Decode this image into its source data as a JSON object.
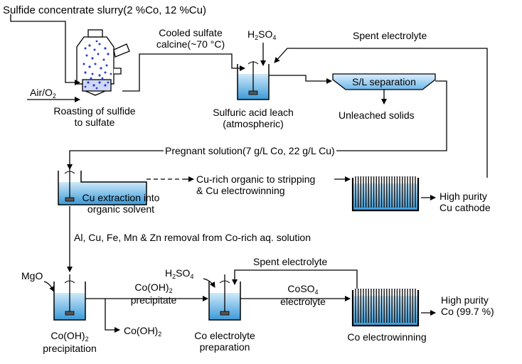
{
  "labels": {
    "feed": "Sulfide concentrate slurry(2 %Co, 12 %Cu)",
    "cooled_1": "Cooled sulfate",
    "cooled_2": "calcine(~70 °C)",
    "h2so4_leach": "H",
    "h2so4_leach_tail": "SO",
    "h2so4_sub2": "2",
    "h2so4_sub4": "4",
    "spent_top": "Spent electrolyte",
    "air": "Air/O",
    "air_sub": "2",
    "roast_1": "Roasting of sulfide",
    "roast_2": "to sulfate",
    "leach_1": "Sulfuric acid leach",
    "leach_2": "(atmospheric)",
    "sl_sep": "S/L separation",
    "unleached": "Unleached solids",
    "pregnant": "Pregnant solution(7 g/L Co, 22 g/L Cu)",
    "cu_extr_1": "Cu extraction into",
    "cu_extr_2": "organic solvent",
    "cu_rich_1": "Cu-rich organic to stripping",
    "cu_rich_2": "& Cu electrowinning",
    "cu_cath_1": "High purity",
    "cu_cath_2": "Cu cathode",
    "removal": "Al, Cu, Fe, Mn & Zn removal from Co-rich aq. solution",
    "mgo": "MgO",
    "coh2_prec_top_1": "Co(OH)",
    "coh2_prec_top_sub": "2",
    "coh2_prec_top_2": "precipitate",
    "coh2_out": "Co(OH)",
    "coh2_out_sub": "2",
    "coh2_step_1": "Co(OH)",
    "coh2_step_sub": "2",
    "coh2_step_2": "precipitation",
    "h2so4_co": "H",
    "h2so4_co_tail": "SO",
    "spent_bottom": "Spent electrolyte",
    "coso4": "CoSO",
    "coso4_sub": "4",
    "electrolyte": "electrolyte",
    "co_prep_1": "Co electrolyte",
    "co_prep_2": "preparation",
    "co_ew": "Co electrowinning",
    "co_hp_1": "High purity",
    "co_hp_2": "Co (99.7 %)"
  },
  "colors": {
    "liquid": "#5fb2e4",
    "liquid_light": "#cfe9f9",
    "line": "#000000",
    "sl_fill": "#8fc6ea",
    "particles": "#2a3fc8"
  }
}
